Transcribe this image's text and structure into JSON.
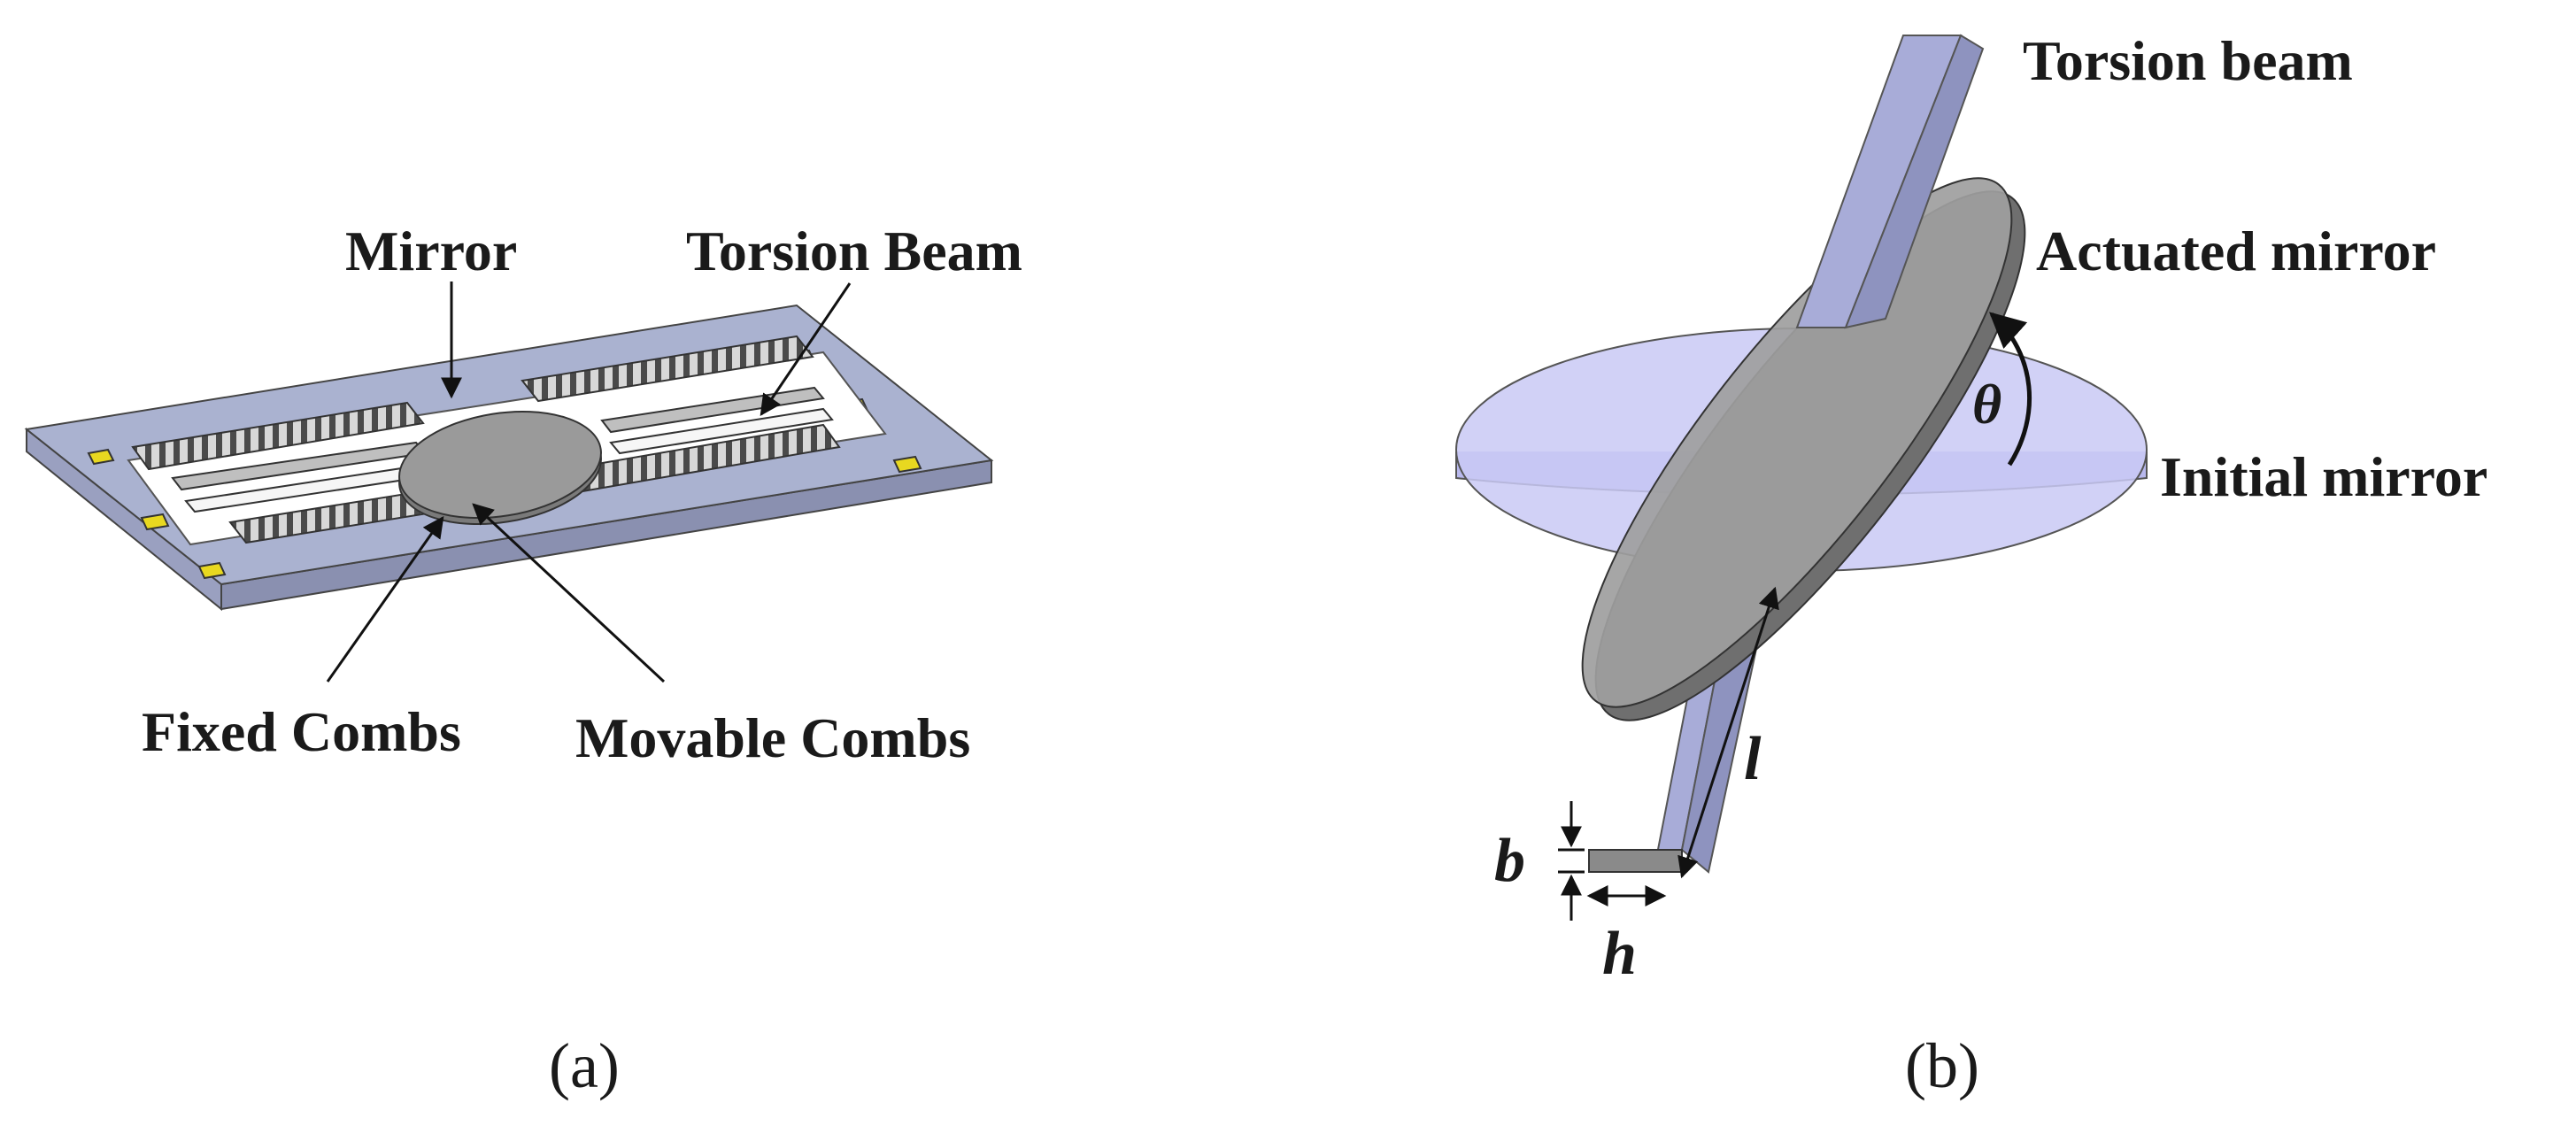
{
  "panel_a": {
    "caption": "(a)",
    "labels": {
      "mirror": "Mirror",
      "torsion_beam": "Torsion Beam",
      "fixed_combs": "Fixed Combs",
      "movable_combs": "Movable Combs"
    }
  },
  "panel_b": {
    "caption": "(b)",
    "labels": {
      "torsion_beam": "Torsion beam",
      "actuated_mirror": "Actuated mirror",
      "initial_mirror": "Initial mirror"
    },
    "symbols": {
      "theta": "θ",
      "length": "l",
      "thickness": "b",
      "width": "h"
    }
  },
  "colors": {
    "substrate_top": "#aab2d0",
    "substrate_side": "#8a90b0",
    "mirror_gray": "#9a9a9a",
    "comb_dark": "#4a4a4a",
    "pad_yellow": "#e8d820",
    "initial_mirror_fill": "#c9c9f4",
    "beam_blue": "#a8acd8"
  }
}
